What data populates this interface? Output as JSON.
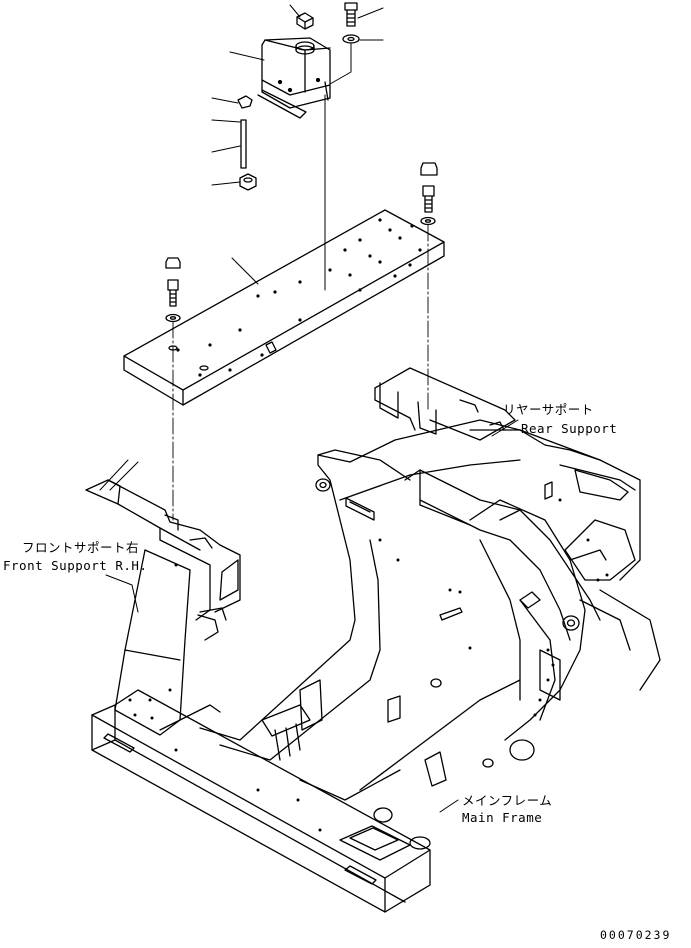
{
  "labels": {
    "rear_support_jp": "リヤーサポート",
    "rear_support_en": "Rear Support",
    "front_support_jp": "フロントサポート右",
    "front_support_en": "Front Support R.H.",
    "main_frame_jp": "メインフレーム",
    "main_frame_en": "Main Frame",
    "drawing_number": "00070239"
  }
}
